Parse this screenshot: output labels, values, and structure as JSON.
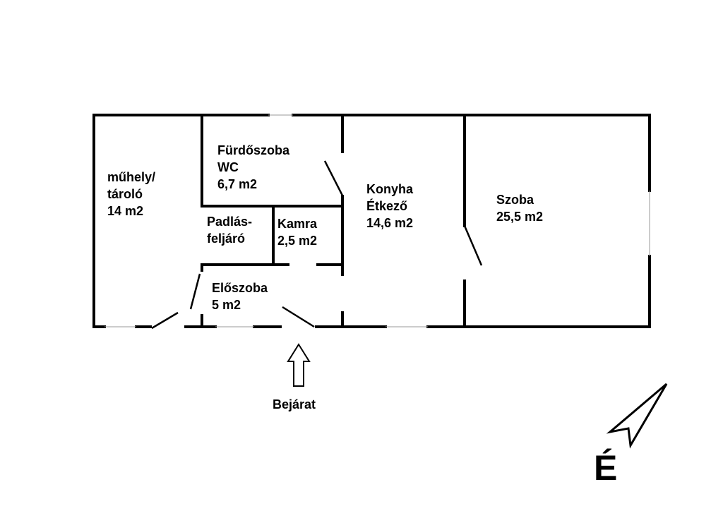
{
  "rooms": {
    "muhely": {
      "line1": "műhely/",
      "line2": "tároló",
      "area": "14 m2"
    },
    "furdoszoba": {
      "line1": "Fürdőszoba",
      "line2": "WC",
      "area": "6,7 m2"
    },
    "padlasfeljaro": {
      "line1": "Padlás-",
      "line2": "feljáró"
    },
    "kamra": {
      "line1": "Kamra",
      "area": "2,5 m2"
    },
    "eloszoba": {
      "line1": "Előszoba",
      "area": "5 m2"
    },
    "konyha": {
      "line1": "Konyha",
      "line2": "Étkező",
      "area": "14,6 m2"
    },
    "szoba": {
      "line1": "Szoba",
      "area": "25,5 m2"
    }
  },
  "entrance": {
    "label": "Bejárat"
  },
  "compass": {
    "label": "É"
  }
}
